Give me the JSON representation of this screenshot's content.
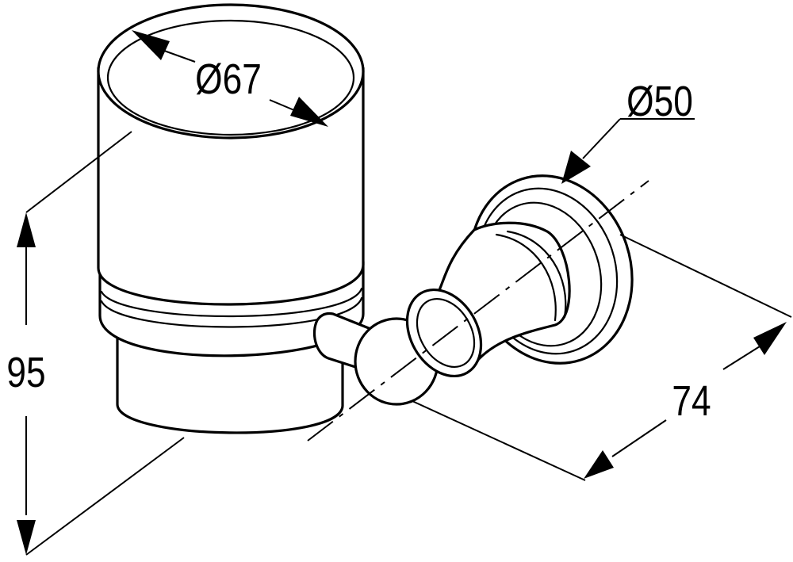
{
  "dimensions": {
    "cup_diameter": "Ø67",
    "flange_diameter": "Ø50",
    "height": "95",
    "projection": "74"
  },
  "colors": {
    "line": "#000000",
    "background": "#ffffff"
  }
}
